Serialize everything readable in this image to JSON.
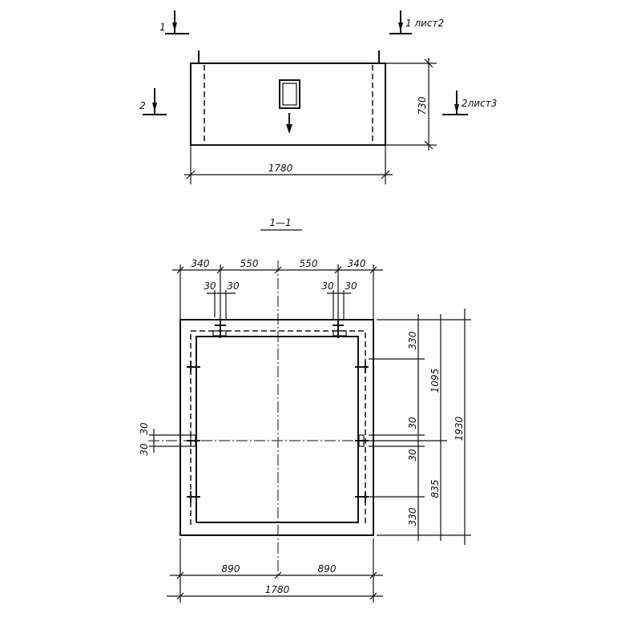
{
  "plan": {
    "section1_mark": "1",
    "section1_ref": "1 лист2",
    "section2_mark": "2",
    "section2_ref": "2лист3",
    "height_dim": "730",
    "width_dim": "1780"
  },
  "section": {
    "title": "1—1",
    "top_dims": [
      "340",
      "550",
      "550",
      "340"
    ],
    "small_dims_left": [
      "30",
      "30"
    ],
    "small_dims_right": [
      "30",
      "30"
    ],
    "side_dims_left": [
      "30",
      "30"
    ],
    "right_dims_inner": [
      "330",
      "30",
      "30",
      "330"
    ],
    "right_dims_mid": [
      "1095",
      "835"
    ],
    "right_dims_outer": "1930",
    "bottom_dims": [
      "890",
      "890"
    ],
    "bottom_total": "1780"
  }
}
